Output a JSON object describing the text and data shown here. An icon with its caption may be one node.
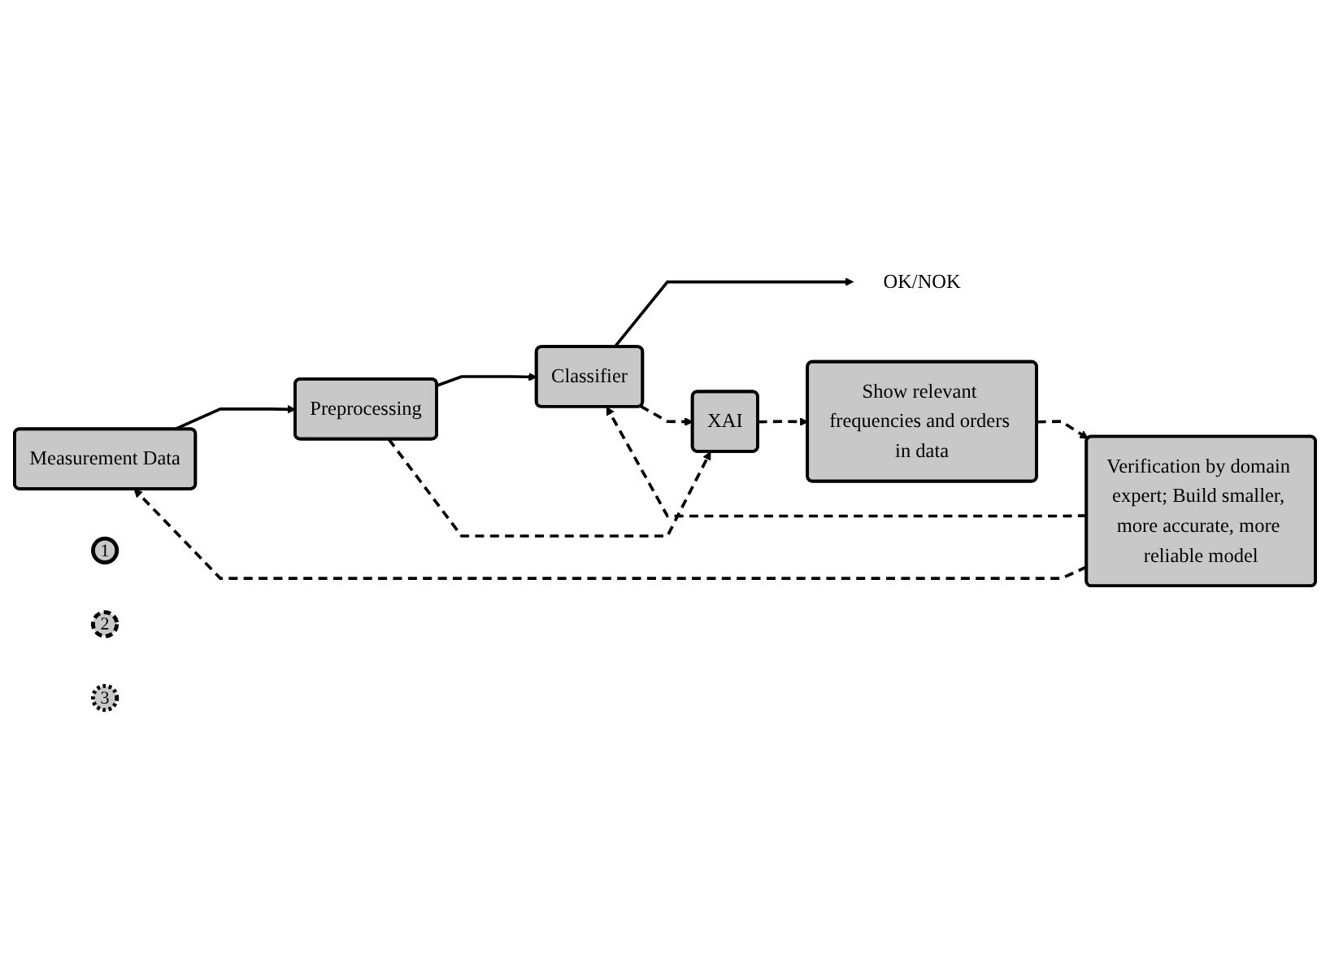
{
  "diagram": {
    "nodes": [
      {
        "text": [
          "Measurement Data"
        ]
      },
      {
        "text": [
          "Preprocessing"
        ]
      },
      {
        "text": [
          "Classifier"
        ]
      },
      {
        "text": [
          "OK/NOK"
        ]
      },
      {
        "text": [
          "XAI"
        ]
      },
      {
        "text": [
          "Show relevant frequencies and orders in data"
        ]
      },
      {
        "text": [
          "Verification by domain expert; Build smaller, more accurate, more reliable model"
        ]
      },
      {
        "text": [
          "1"
        ]
      },
      {
        "text": [
          "2"
        ]
      },
      {
        "text": [
          "3"
        ]
      }
    ],
    "edges": [
      {
        "from": 0,
        "to": 1,
        "arrow": "to"
      },
      {
        "from": 1,
        "to": 2,
        "arrow": "to"
      },
      {
        "from": 2,
        "to": 3,
        "arrow": "to"
      },
      {
        "from": 1,
        "to": 4,
        "arrow": "to",
        "style": "dashed"
      },
      {
        "from": 2,
        "to": 4,
        "arrow": "to",
        "style": "dashed"
      },
      {
        "from": 4,
        "to": 5,
        "arrow": "to",
        "style": "dashed"
      },
      {
        "from": 5,
        "to": 6,
        "arrow": "to",
        "style": "dashed"
      },
      {
        "from": 6,
        "to": 0,
        "arrow": "to",
        "style": "dashed"
      },
      {
        "from": 6,
        "to": 2,
        "arrow": "to",
        "style": "dashed"
      }
    ]
  }
}
